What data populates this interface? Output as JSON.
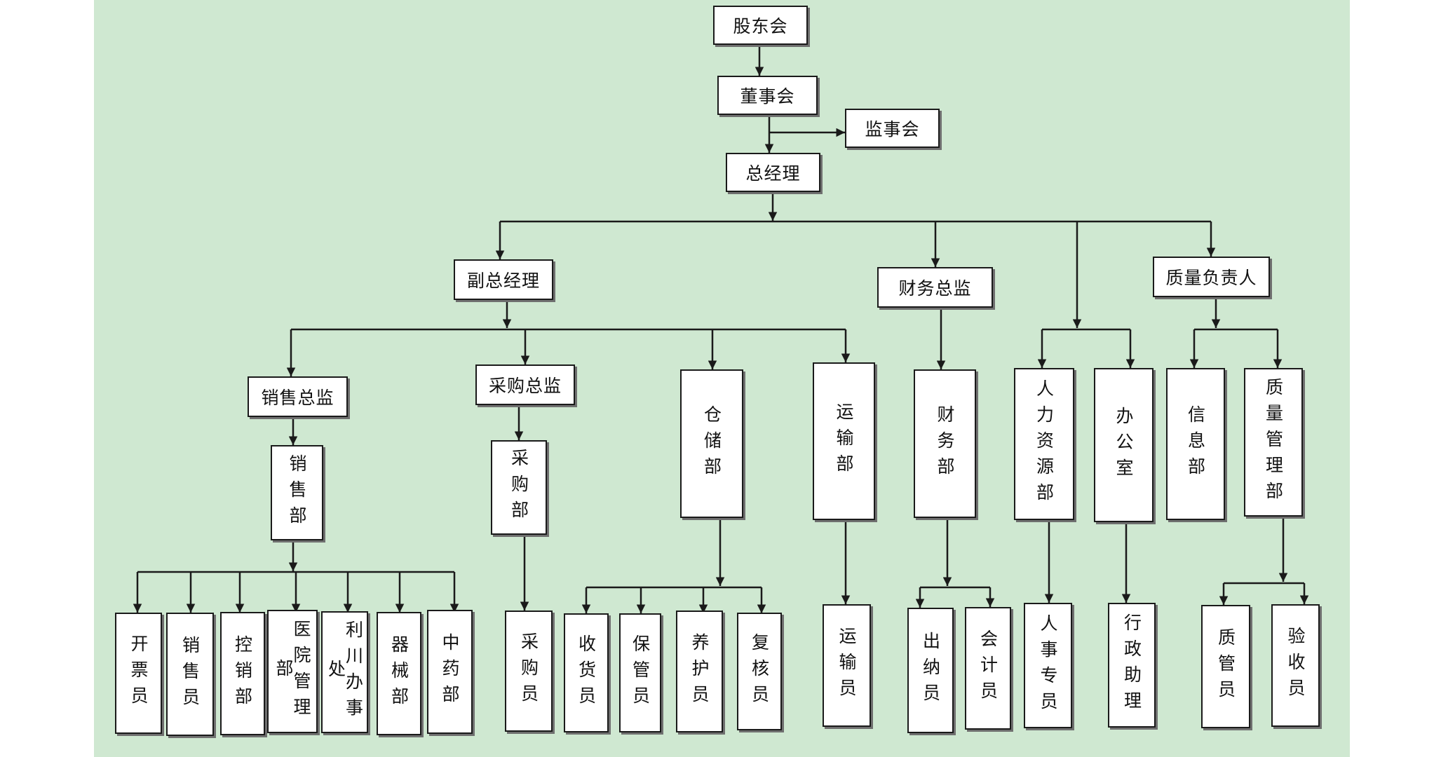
{
  "org_chart": {
    "nodes": {
      "gudonghui": "股东会",
      "dongshihui": "董事会",
      "jianshihui": "监事会",
      "zongjingli": "总经理",
      "fuzongjingli": "副总经理",
      "caiwuzongjian": "财务总监",
      "zhiliangfuzeren": "质量负责人",
      "xiaoshouzongjian": "销售总监",
      "caigouzongjian": "采购总监",
      "xiaoshoubu": "销售部",
      "caigoubu": "采购部",
      "cangchubu": "仓储部",
      "yunshubu": "运输部",
      "caiwubu": "财务部",
      "renliziyuanbu": "人力资源部",
      "bangongshi": "办公室",
      "xinxibu": "信息部",
      "zhilianguanlibu": "质量管理部",
      "kaipiaoyuan": "开票员",
      "xiaoshouyuan": "销售员",
      "kongxiaobu": "控销部",
      "yiyuanguanlibu": "医院管理部",
      "lichuanbanshichu": "利川办事处",
      "qixiebu": "器械部",
      "zhongyaobu": "中药部",
      "caigouyuan": "采购员",
      "shouhuoyuan": "收货员",
      "baoguanyuan": "保管员",
      "yanghuyuan": "养护员",
      "fuheyuan": "复核员",
      "yunshuyuan": "运输员",
      "chunayuan": "出纳员",
      "kuaijiyuan": "会计员",
      "renshizhuanyuan": "人事专员",
      "xingzhengzhuli": "行政助理",
      "zhiguanyuan": "质管员",
      "yanshouyuan": "验收员"
    }
  }
}
